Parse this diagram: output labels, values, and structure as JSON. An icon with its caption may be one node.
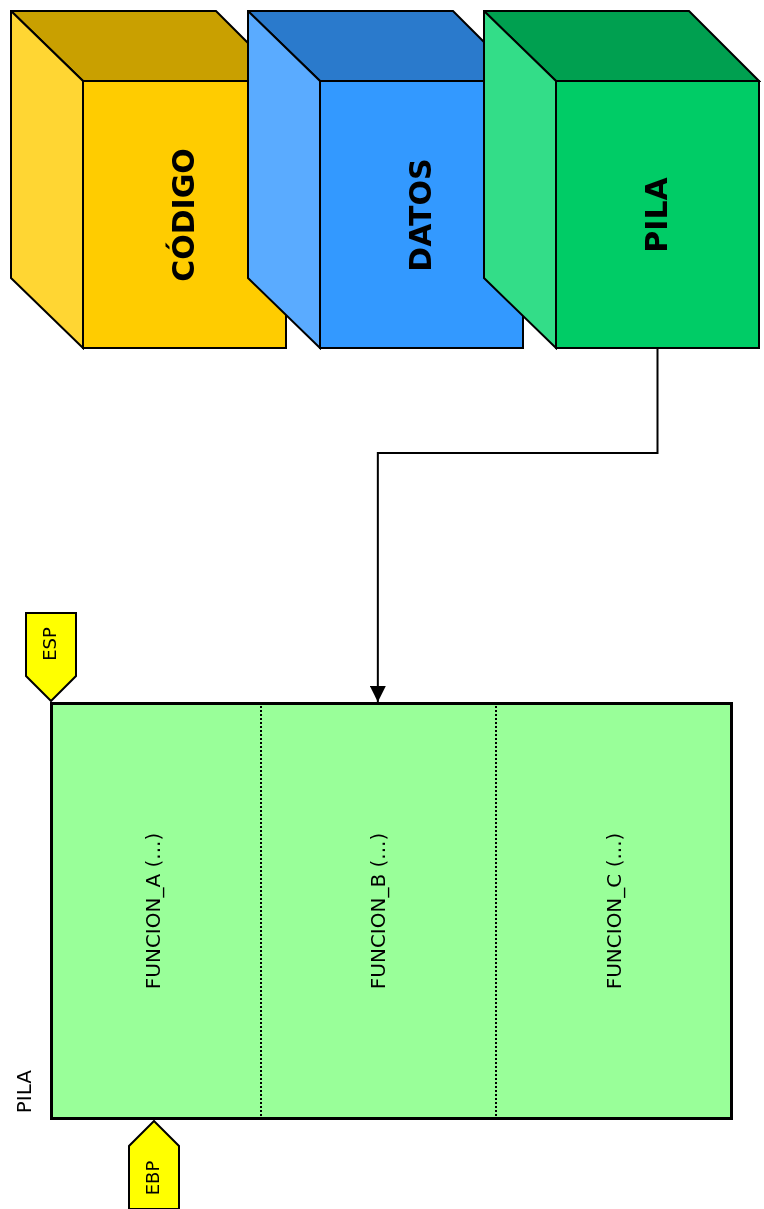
{
  "diagram": {
    "nodes": [
      {
        "text": [
          "CÓDIGO"
        ]
      },
      {
        "text": [
          "DATOS"
        ]
      },
      {
        "text": [
          "PILA"
        ]
      },
      {
        "text": [
          "PILA"
        ]
      },
      {
        "text": [
          "FUNCION_A (...)"
        ],
        "in": 3
      },
      {
        "text": [
          "FUNCION_B (...)"
        ],
        "in": 3
      },
      {
        "text": [
          "FUNCION_C (...)"
        ],
        "in": 3
      },
      {
        "text": [
          "ESP"
        ]
      },
      {
        "text": [
          "EBP"
        ]
      }
    ],
    "edges": [
      {
        "from": 2,
        "to": 3,
        "arrow": "to"
      }
    ]
  }
}
